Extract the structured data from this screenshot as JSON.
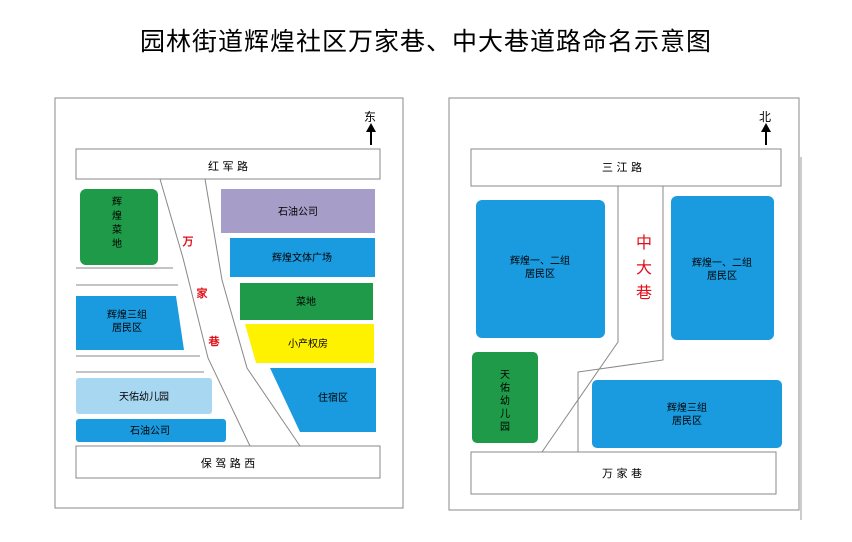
{
  "title": "园林街道辉煌社区万家巷、中大巷道路命名示意图",
  "colors": {
    "green": "#1e9a48",
    "blue": "#1a9be0",
    "purple": "#a69ec8",
    "yellow": "#fff200",
    "lightblue": "#a8d7f2",
    "red_text": "#e0101a"
  },
  "left_map": {
    "compass": "东",
    "roads": {
      "top": "红 军 路",
      "bottom": "保 驾 路 西",
      "lane": [
        "万",
        "家",
        "巷"
      ]
    },
    "blocks": {
      "green_top": [
        "辉",
        "煌",
        "菜",
        "地"
      ],
      "oil1": "石油公司",
      "wenti": "辉煌文体广场",
      "caidi": "菜地",
      "sanzu": [
        "辉煌三组",
        "居民区"
      ],
      "xiaochan": "小产权房",
      "zhusu": "住宿区",
      "tianyou": "天佑幼儿园",
      "oil2": "石油公司"
    }
  },
  "right_map": {
    "compass": "北",
    "roads": {
      "top": "三 江 路",
      "bottom": "万 家 巷",
      "lane": [
        "中",
        "大",
        "巷"
      ]
    },
    "blocks": {
      "left_big": [
        "辉煌一、二组",
        "居民区"
      ],
      "right_big": [
        "辉煌一、二组",
        "居民区"
      ],
      "tianyou": [
        "天",
        "佑",
        "幼",
        "儿",
        "园"
      ],
      "sanzu": [
        "辉煌三组",
        "居民区"
      ]
    }
  }
}
